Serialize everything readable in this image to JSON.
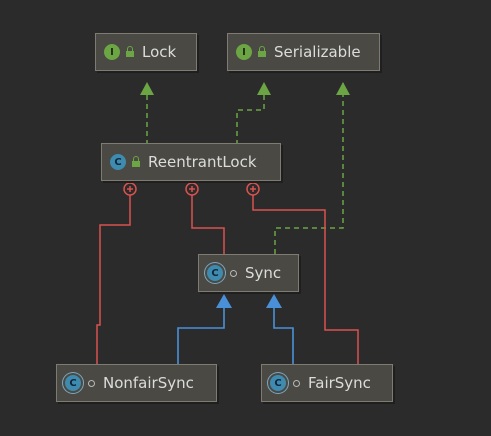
{
  "colors": {
    "background": "#2b2b2b",
    "implements_edge": "#6ba544",
    "extends_edge": "#4a90d9",
    "inner_class_edge": "#d9534f"
  },
  "nodes": {
    "lock": {
      "name": "Lock",
      "kind": "interface",
      "badge": "I"
    },
    "serializable": {
      "name": "Serializable",
      "kind": "interface",
      "badge": "I"
    },
    "reentrantlock": {
      "name": "ReentrantLock",
      "kind": "class",
      "badge": "C"
    },
    "sync": {
      "name": "Sync",
      "kind": "abstract-inner-class",
      "badge": "C"
    },
    "nonfairsync": {
      "name": "NonfairSync",
      "kind": "inner-class",
      "badge": "C"
    },
    "fairsync": {
      "name": "FairSync",
      "kind": "inner-class",
      "badge": "C"
    }
  },
  "edges": [
    {
      "from": "ReentrantLock",
      "to": "Lock",
      "type": "implements"
    },
    {
      "from": "ReentrantLock",
      "to": "Serializable",
      "type": "implements"
    },
    {
      "from": "Sync",
      "to": "Serializable",
      "type": "implements"
    },
    {
      "from": "NonfairSync",
      "to": "Sync",
      "type": "extends"
    },
    {
      "from": "FairSync",
      "to": "Sync",
      "type": "extends"
    },
    {
      "from": "ReentrantLock",
      "to": "NonfairSync",
      "type": "inner-class"
    },
    {
      "from": "ReentrantLock",
      "to": "Sync",
      "type": "inner-class"
    },
    {
      "from": "ReentrantLock",
      "to": "FairSync",
      "type": "inner-class"
    }
  ]
}
